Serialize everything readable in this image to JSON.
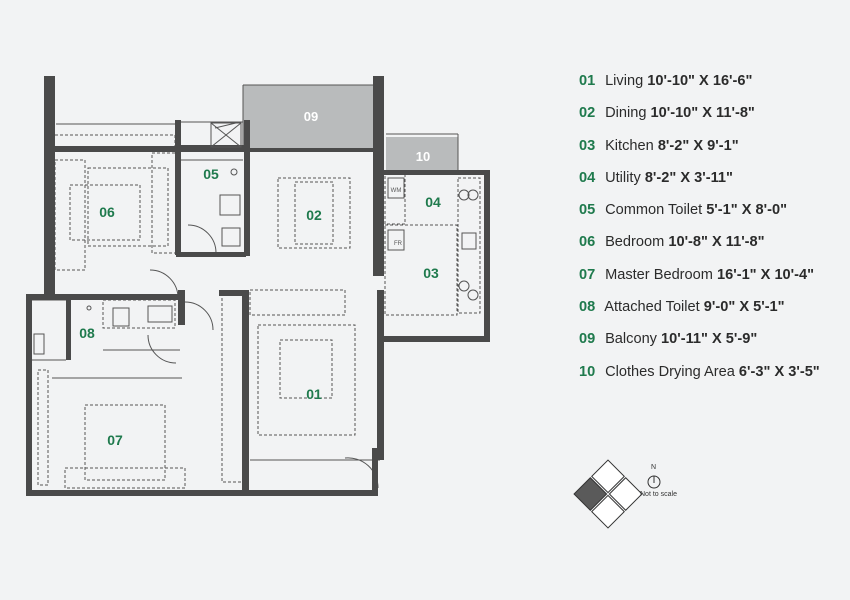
{
  "rooms": [
    {
      "num": "01",
      "name": "Living",
      "dim": "10'-10\" X 16'-6\""
    },
    {
      "num": "02",
      "name": "Dining",
      "dim": "10'-10\" X 11'-8\""
    },
    {
      "num": "03",
      "name": "Kitchen",
      "dim": "8'-2\" X 9'-1\""
    },
    {
      "num": "04",
      "name": "Utility",
      "dim": "8'-2\" X 3'-11\""
    },
    {
      "num": "05",
      "name": "Common Toilet",
      "dim": "5'-1\" X 8'-0\""
    },
    {
      "num": "06",
      "name": "Bedroom",
      "dim": "10'-8\" X 11'-8\""
    },
    {
      "num": "07",
      "name": "Master Bedroom",
      "dim": "16'-1\" X 10'-4\""
    },
    {
      "num": "08",
      "name": "Attached Toilet",
      "dim": "9'-0\" X 5'-1\""
    },
    {
      "num": "09",
      "name": "Balcony",
      "dim": "10'-11\" X 5'-9\""
    },
    {
      "num": "10",
      "name": "Clothes Drying Area",
      "dim": "6'-3\" X 3'-5\""
    }
  ],
  "fixture_labels": {
    "washing_machine": "WM",
    "fridge": "FR"
  },
  "compass": {
    "north": "N",
    "note": "Not to scale"
  },
  "colors": {
    "wall": "#4a4a4a",
    "accent": "#1f7a4d",
    "balcony_fill": "#b9bbbc"
  }
}
